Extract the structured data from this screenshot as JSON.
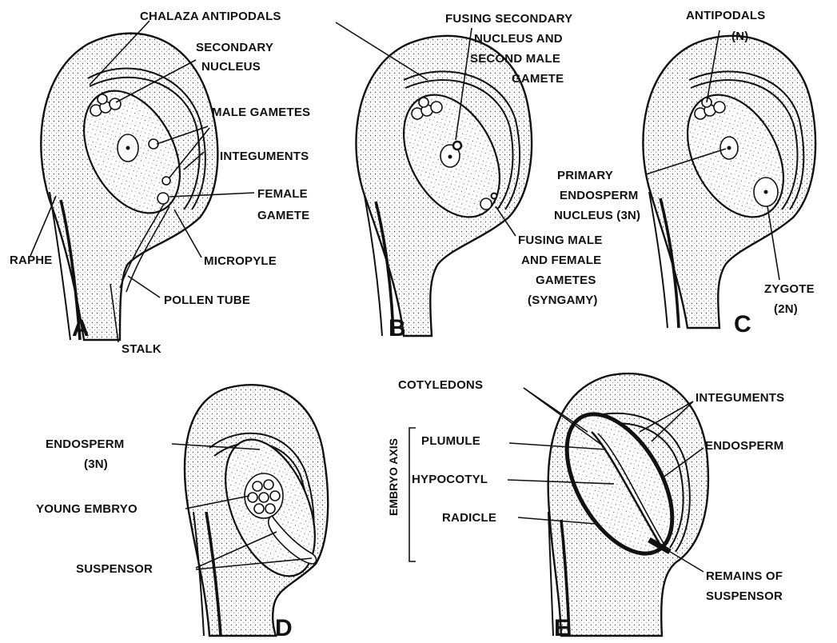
{
  "panels": {
    "a": {
      "letter": "A",
      "labels": {
        "chalaza_antipodals": "CHALAZA ANTIPODALS",
        "secondary_nucleus_1": "SECONDARY",
        "secondary_nucleus_2": "NUCLEUS",
        "male_gametes": "MALE GAMETES",
        "integuments": "INTEGUMENTS",
        "female_gamete_1": "FEMALE",
        "female_gamete_2": "GAMETE",
        "raphe": "RAPHE",
        "micropyle": "MICROPYLE",
        "pollen_tube": "POLLEN TUBE",
        "stalk": "STALK"
      }
    },
    "b": {
      "letter": "B",
      "labels": {
        "fusing_secondary_1": "FUSING SECONDARY",
        "fusing_secondary_2": "NUCLEUS AND",
        "fusing_secondary_3": "SECOND  MALE",
        "fusing_secondary_4": "GAMETE",
        "fusing_male_female_1": "FUSING MALE",
        "fusing_male_female_2": "AND FEMALE",
        "fusing_male_female_3": "GAMETES",
        "fusing_male_female_4": "(SYNGAMY)"
      }
    },
    "c": {
      "letter": "C",
      "labels": {
        "antipodals_1": "ANTIPODALS",
        "antipodals_2": "(N)",
        "primary_endosperm_1": "PRIMARY",
        "primary_endosperm_2": "ENDOSPERM",
        "primary_endosperm_3": "NUCLEUS (3N)",
        "zygote_1": "ZYGOTE",
        "zygote_2": "(2N)"
      }
    },
    "d": {
      "letter": "D",
      "labels": {
        "endosperm_1": "ENDOSPERM",
        "endosperm_2": "(3N)",
        "young_embryo": "YOUNG EMBRYO",
        "suspensor": "SUSPENSOR"
      }
    },
    "e": {
      "letter": "E",
      "labels": {
        "cotyledons": "COTYLEDONS",
        "integuments": "INTEGUMENTS",
        "embryo_axis": "EMBRYO AXIS",
        "plumule": "PLUMULE",
        "endosperm": "ENDOSPERM",
        "hypocotyl": "HYPOCOTYL",
        "radicle": "RADICLE",
        "remains_1": "REMAINS OF",
        "remains_2": "SUSPENSOR"
      }
    }
  }
}
